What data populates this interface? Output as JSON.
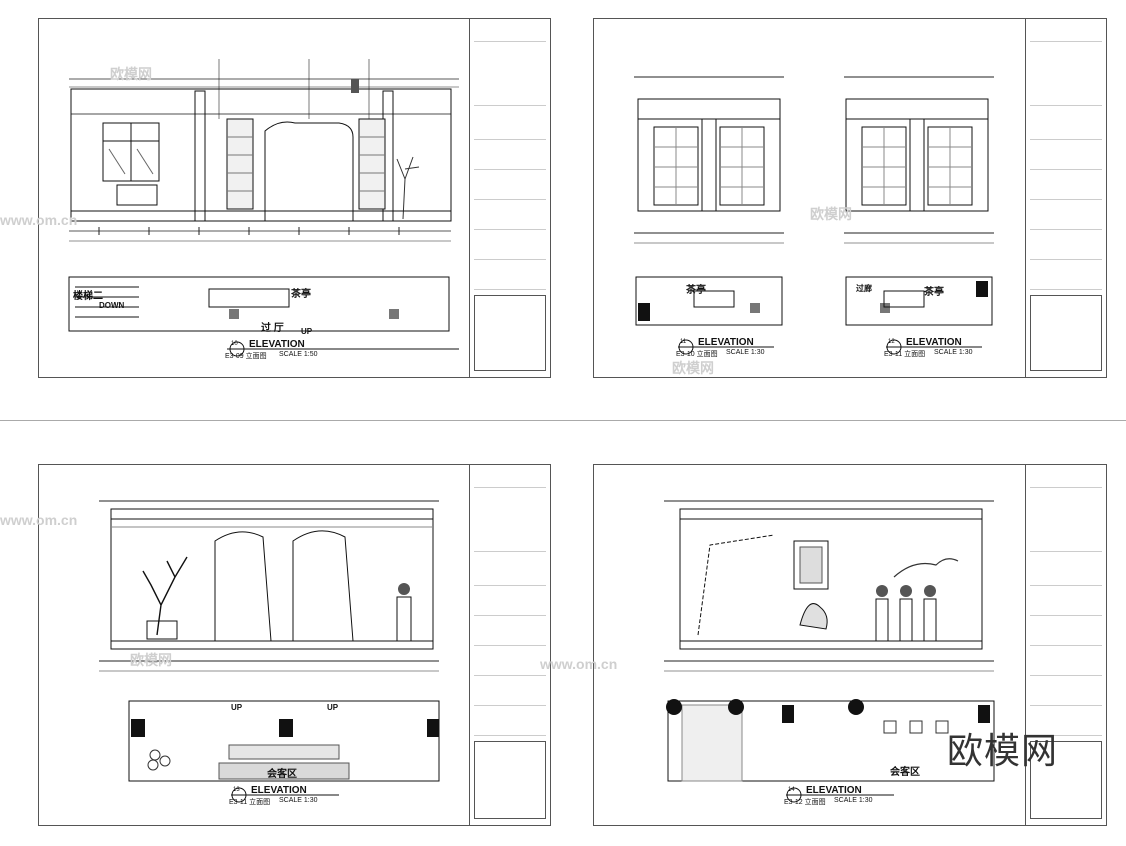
{
  "sheets": [
    {
      "elev_title": "ELEVATION",
      "num": "10",
      "ref": "E3-09 立面图",
      "scale": "SCALE 1:50",
      "plan_labels": [
        "楼梯二",
        "DOWN",
        "茶亭",
        "过 厅",
        "UP"
      ]
    },
    {
      "elev_title": "ELEVATION",
      "num": "11",
      "ref": "E3-10 立面图",
      "scale": "SCALE 1:30",
      "elev_title_2": "ELEVATION",
      "num_2": "12",
      "ref_2": "E3-11 立面图",
      "scale_2": "SCALE 1:30",
      "plan_labels": [
        "茶亭",
        "过廊",
        "茶亭"
      ]
    },
    {
      "elev_title": "ELEVATION",
      "num": "13",
      "ref": "E3-11 立面图",
      "scale": "SCALE 1:30",
      "plan_labels": [
        "UP",
        "UP",
        "会客区"
      ]
    },
    {
      "elev_title": "ELEVATION",
      "num": "14",
      "ref": "E3-12 立面图",
      "scale": "SCALE 1:30",
      "plan_labels": [
        "会客区"
      ]
    }
  ],
  "watermarks": [
    "欧模网",
    "www.om.cn"
  ],
  "logo": "欧模网"
}
